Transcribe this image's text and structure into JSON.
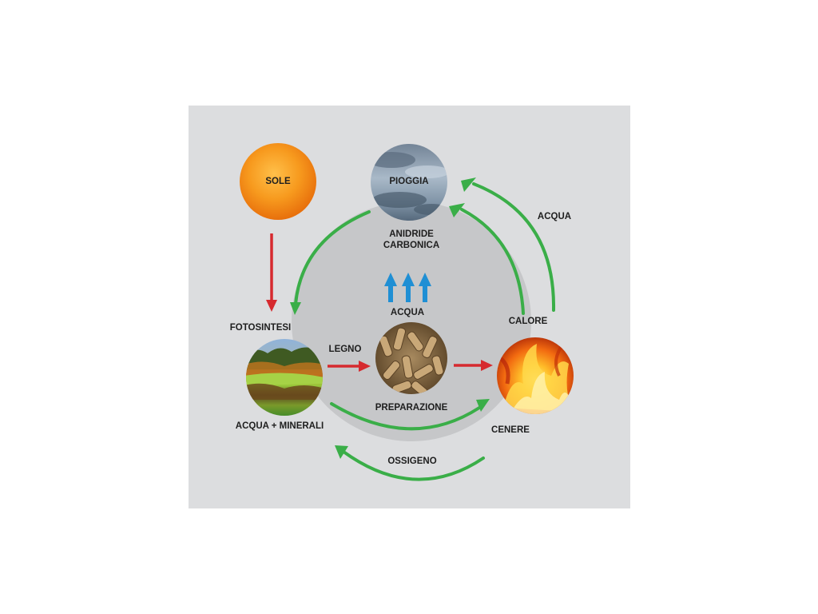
{
  "colors": {
    "panel": "#dcdddf",
    "inner_circle": "#c6c7c9",
    "green_arrow": "#3aae48",
    "red_arrow": "#d62a2f",
    "blue_arrow": "#1f8fd4"
  },
  "nodes": {
    "sun": {
      "label": "SOLE",
      "icon": "sun-icon"
    },
    "rain": {
      "label": "PIOGGIA",
      "icon": "cloud-sky-image"
    },
    "forest": {
      "icon": "forest-landscape-image"
    },
    "pellets": {
      "icon": "wood-pellets-image"
    },
    "fire": {
      "icon": "fire-flames-image"
    }
  },
  "labels": {
    "anidride": "ANIDRIDE\nCARBONICA",
    "acqua_center": "ACQUA",
    "acqua_right": "ACQUA",
    "fotosintesi": "FOTOSINTESI",
    "legno": "LEGNO",
    "calore": "CALORE",
    "acqua_minerali": "ACQUA + MINERALI",
    "preparazione": "PREPARAZIONE",
    "cenere": "CENERE",
    "ossigeno": "OSSIGENO"
  }
}
